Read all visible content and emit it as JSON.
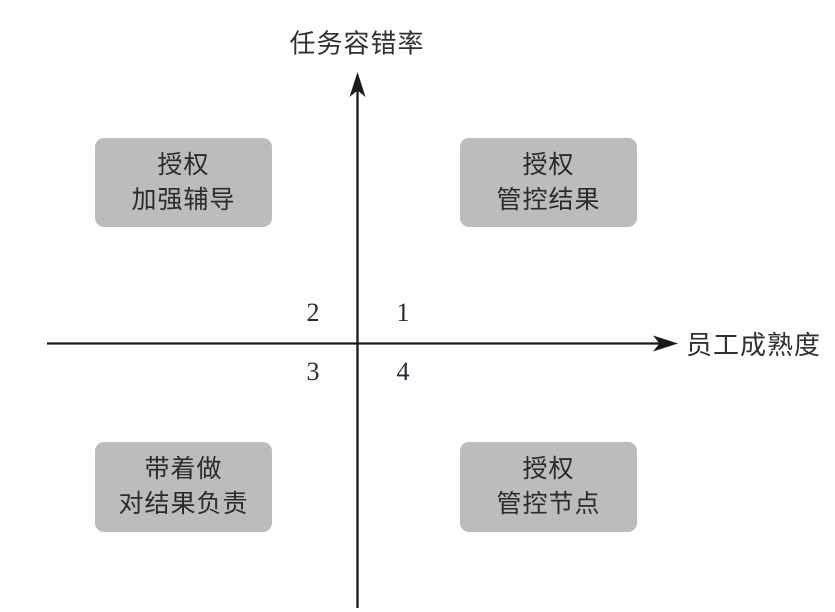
{
  "diagram": {
    "y_axis_label": "任务容错率",
    "x_axis_label": "员工成熟度",
    "quadrants": {
      "q1": "1",
      "q2": "2",
      "q3": "3",
      "q4": "4"
    },
    "boxes": {
      "top_left": {
        "line1": "授权",
        "line2": "加强辅导"
      },
      "top_right": {
        "line1": "授权",
        "line2": "管控结果"
      },
      "bottom_left": {
        "line1": "带着做",
        "line2": "对结果负责"
      },
      "bottom_right": {
        "line1": "授权",
        "line2": "管控节点"
      }
    },
    "colors": {
      "box_fill": "#bcbcbc",
      "axis": "#1a1a1a",
      "text": "#262626",
      "background": "#ffffff"
    }
  }
}
